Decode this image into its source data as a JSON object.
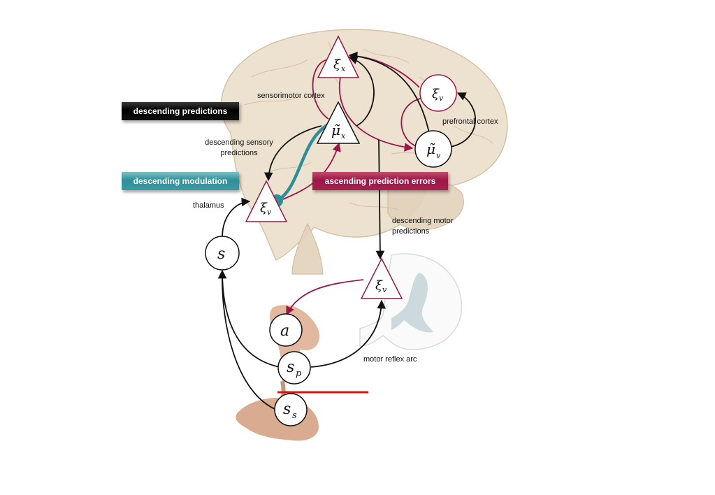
{
  "banners": {
    "descending_predictions": "descending predictions",
    "descending_modulation": "descending modulation",
    "ascending_prediction_errors": "ascending prediction errors"
  },
  "labels": {
    "sensorimotor_cortex": "sensorimotor cortex",
    "prefrontal_cortex": "prefrontal cortex",
    "descending_sensory_predictions_line1": "descending sensory",
    "descending_sensory_predictions_line2": "predictions",
    "thalamus": "thalamus",
    "descending_motor_predictions_line1": "descending motor",
    "descending_motor_predictions_line2": "predictions",
    "motor_reflex_arc": "motor reflex arc"
  },
  "nodes": {
    "xi_x_top": {
      "symbol": "ξ",
      "sub": "x"
    },
    "xi_v_prefrontal": {
      "symbol": "ξ",
      "sub": "v"
    },
    "mu_x": {
      "symbol": "μ̃",
      "sub": "x"
    },
    "mu_v": {
      "symbol": "μ̃",
      "sub": "v"
    },
    "xi_v_thalamus": {
      "symbol": "ξ",
      "sub": "v"
    },
    "s": {
      "symbol": "s",
      "sub": ""
    },
    "xi_v_spinal": {
      "symbol": "ξ",
      "sub": "v"
    },
    "a": {
      "symbol": "a",
      "sub": ""
    },
    "s_p": {
      "symbol": "s",
      "sub": "p"
    },
    "s_s": {
      "symbol": "s",
      "sub": "s"
    }
  },
  "colors": {
    "prediction": "#111111",
    "error": "#9b1746",
    "modulation": "#2f8f98",
    "surface_line": "#e01010",
    "brain_fill": "#eadcc8",
    "spinal_fill": "#c9d8dc"
  }
}
